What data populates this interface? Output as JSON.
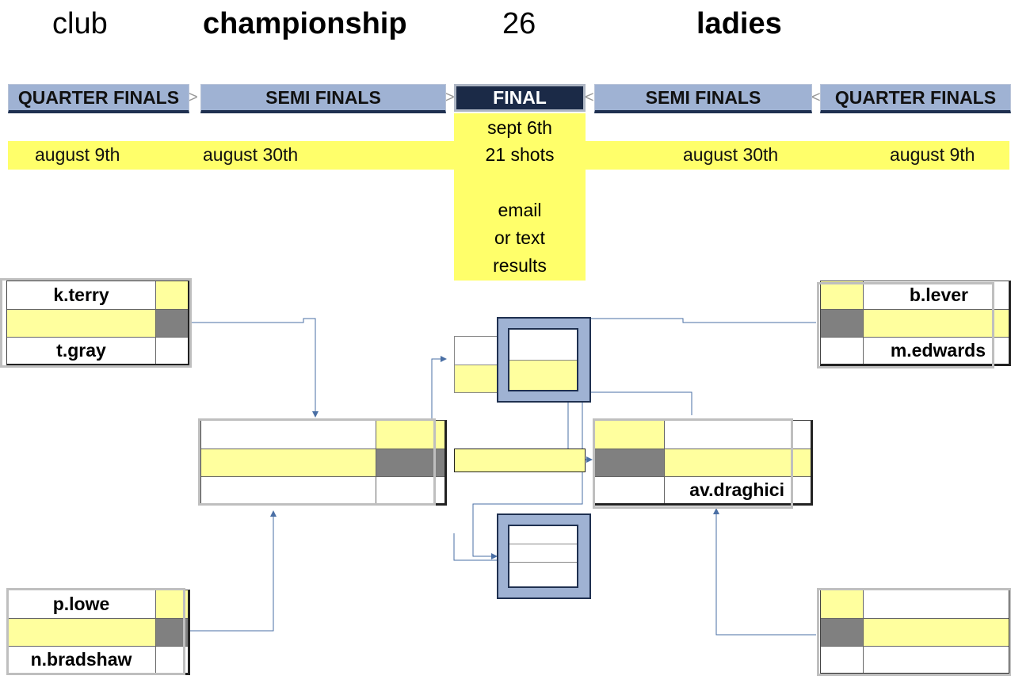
{
  "header": {
    "word1": "club",
    "word2": "championship",
    "word3": "26",
    "word4": "ladies"
  },
  "stages": {
    "qf_left": "QUARTER FINALS",
    "sf_left": "SEMI FINALS",
    "final": "FINAL",
    "sf_right": "SEMI FINALS",
    "qf_right": "QUARTER FINALS"
  },
  "dates": {
    "qf_left": "august 9th",
    "sf_left": "august 30th",
    "sf_right": "august 30th",
    "qf_right": "august 9th"
  },
  "final_info": {
    "date": "sept 6th",
    "format": "21 shots",
    "line1": "email",
    "line2": "or text",
    "line3": "results"
  },
  "matches": {
    "qf_left_top": {
      "player1": "k.terry",
      "player2": "t.gray"
    },
    "qf_left_bottom": {
      "player1": "p.lowe",
      "player2": "n.bradshaw"
    },
    "qf_right_top": {
      "player1": "b.lever",
      "player2": "m.edwards"
    },
    "sf_right": {
      "player2": "av.draghici"
    }
  },
  "colors": {
    "highlight_yellow": "#ffff6a",
    "stage_blue": "#9fb2d3",
    "final_navy": "#1b2a47",
    "connector_blue": "#4a6fa5"
  }
}
